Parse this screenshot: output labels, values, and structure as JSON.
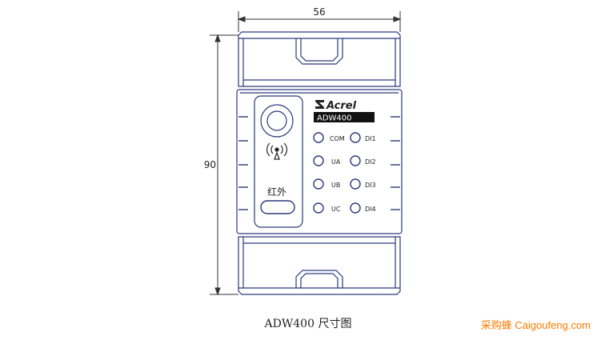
{
  "dimensions": {
    "width": "56",
    "height": "90"
  },
  "device": {
    "brand": "Acrel",
    "model": "ADW400",
    "ir_label": "红外",
    "leds_left": [
      "COM",
      "UA",
      "UB",
      "UC"
    ],
    "leds_right": [
      "DI1",
      "DI2",
      "DI3",
      "DI4"
    ]
  },
  "caption": "ADW400 尺寸图",
  "watermark": "采购蜂 Caigoufeng.com",
  "colors": {
    "line": "#2a3a7a",
    "outline": "#4a4a4a",
    "watermark": "#ff7a00"
  }
}
